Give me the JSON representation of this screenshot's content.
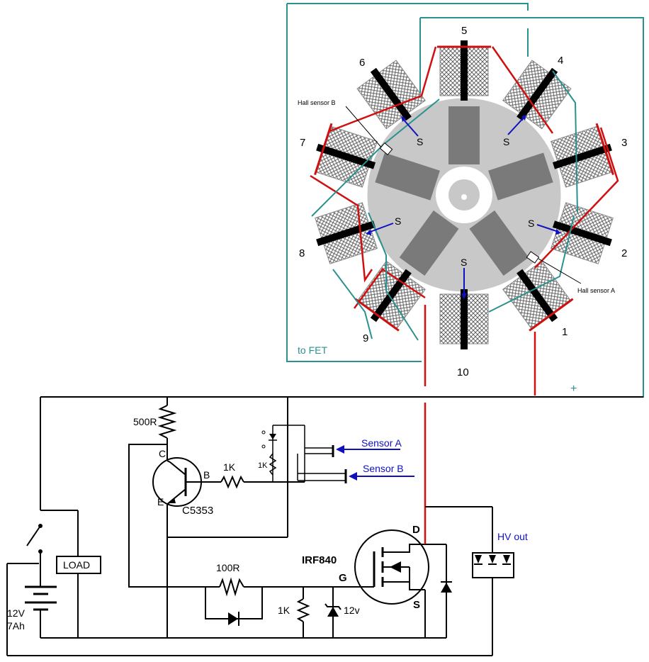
{
  "motor": {
    "coil_numbers": [
      "1",
      "2",
      "3",
      "4",
      "5",
      "6",
      "7",
      "8",
      "9",
      "10"
    ],
    "south_pole_label": "S",
    "hall_sensor_a": "Hall sensor A",
    "hall_sensor_b": "Hall sensor B",
    "to_fet_label": "to FET",
    "plus_label": "+"
  },
  "circuit": {
    "r_500": "500R",
    "r_1k_base": "1K",
    "r_1k_sensor": "1K",
    "r_1k_gate": "1K",
    "r_100": "100R",
    "transistor": "C5353",
    "pin_c": "C",
    "pin_b": "B",
    "pin_e": "E",
    "mosfet": "IRF840",
    "pin_d": "D",
    "pin_g": "G",
    "pin_s": "S",
    "zener": "12v",
    "sensor_a": "Sensor A",
    "sensor_b": "Sensor B",
    "hv_out": "HV out",
    "load": "LOAD",
    "battery_v": "12V",
    "battery_ah": "7Ah"
  },
  "colors": {
    "red_wire": "#d01010",
    "teal_wire": "#2a9090",
    "blue_label": "#1010c0",
    "rotor": "#c8c8c8",
    "magnet": "#7a7a7a"
  }
}
